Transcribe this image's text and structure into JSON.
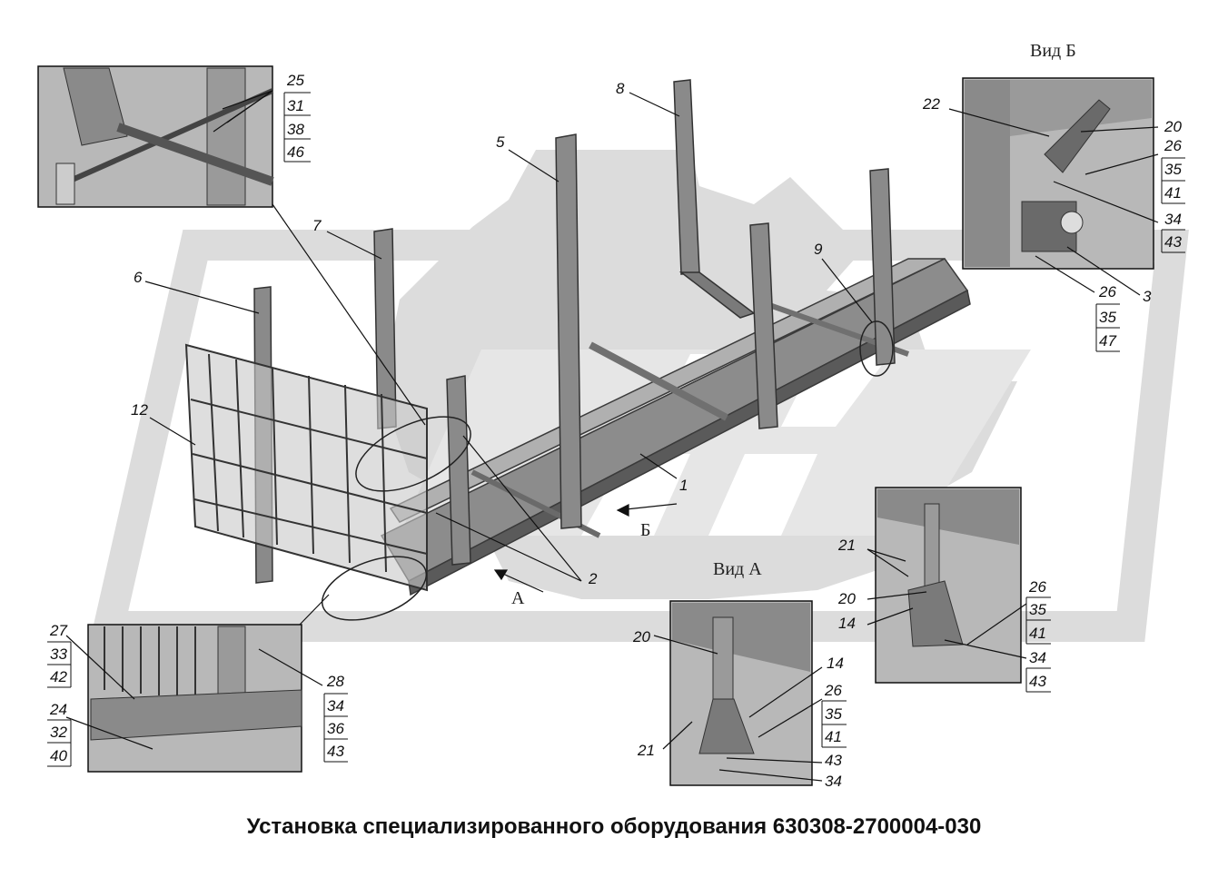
{
  "title": "Установка специализированного оборудования 630308-2700004-030",
  "view_labels": {
    "view_b": "Вид Б",
    "view_a": "Вид А"
  },
  "arrow_labels": {
    "b": "Б",
    "a": "А"
  },
  "callouts": {
    "n1": "1",
    "n2": "2",
    "n3": "3",
    "n5": "5",
    "n6": "6",
    "n7": "7",
    "n8": "8",
    "n9": "9",
    "n12": "12",
    "inset_tl": [
      "25",
      "31",
      "38",
      "46"
    ],
    "vb_22": "22",
    "vb_20": "20",
    "vb_stack1": [
      "26",
      "35",
      "41"
    ],
    "vb_stack2": [
      "34",
      "43"
    ],
    "vb_stack3": [
      "26",
      "35",
      "47"
    ],
    "bl_27": [
      "27",
      "33",
      "42"
    ],
    "bl_24": [
      "24",
      "32",
      "40"
    ],
    "bl_28": [
      "28",
      "34",
      "36",
      "43"
    ],
    "va_20": "20",
    "va_14": "14",
    "va_stack": [
      "26",
      "35",
      "41"
    ],
    "va_21": "21",
    "va_43": "43",
    "va_34": "34",
    "dr_21": "21",
    "dr_20": "20",
    "dr_14": "14",
    "dr_stack1": [
      "26",
      "35",
      "41"
    ],
    "dr_stack2": [
      "34",
      "43"
    ]
  },
  "colors": {
    "watermark": "#dcdcdc",
    "frame": "#8a8a8a",
    "frame_dark": "#4a4a4a",
    "inset_bg": "#b8b8b8"
  }
}
